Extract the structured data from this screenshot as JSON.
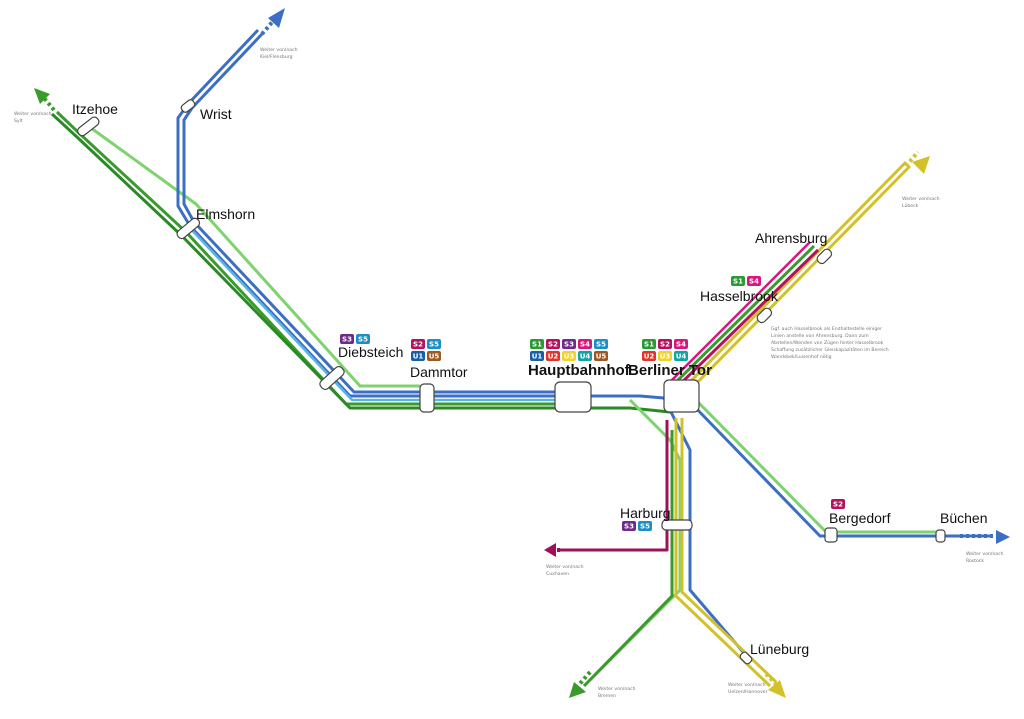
{
  "colors": {
    "s1": "#2a9a35",
    "s2": "#b3125e",
    "s3": "#6e2b8a",
    "s4": "#d8177e",
    "s5": "#1b8fc6",
    "u1": "#1760a8",
    "u2": "#e4332a",
    "u3": "#f2d12b",
    "u4": "#14a3a0",
    "u5": "#9c5a22",
    "lightgreen": "#7ed36f",
    "darkgreen": "#3a9a2c",
    "blue": "#3c6fc4",
    "yellow": "#d2c12a",
    "magenta": "#a0105a"
  },
  "stations": {
    "itzehoe": "Itzehoe",
    "wrist": "Wrist",
    "elmshorn": "Elmshorn",
    "diebsteich": "Diebsteich",
    "dammtor": "Dammtor",
    "hauptbahnhof": "Hauptbahnhof",
    "berliner_tor": "Berliner Tor",
    "hasselbrook": "Hasselbrook",
    "ahrensburg": "Ahrensburg",
    "harburg": "Harburg",
    "bergedorf": "Bergedorf",
    "buechen": "Büchen",
    "lueneburg": "Lüneburg"
  },
  "badges": {
    "diebsteich": [
      "S3",
      "S5"
    ],
    "dammtor_s": [
      "S2",
      "S5"
    ],
    "dammtor_u": [
      "U1",
      "U5"
    ],
    "hbf_s": [
      "S1",
      "S2",
      "S3",
      "S4",
      "S5"
    ],
    "hbf_u": [
      "U1",
      "U2",
      "U3",
      "U4",
      "U5"
    ],
    "bt_s": [
      "S1",
      "S2",
      "S4"
    ],
    "bt_u": [
      "U2",
      "U3",
      "U4"
    ],
    "hasselbrook": [
      "S1",
      "S4"
    ],
    "harburg": [
      "S3",
      "S5"
    ],
    "bergedorf": [
      "S2"
    ]
  },
  "notes": {
    "kiel": [
      "Weiter von/nach",
      "Kiel/Flensburg"
    ],
    "sylt": [
      "Weiter von/nach",
      "Sylt"
    ],
    "luebeck": [
      "Weiter von/nach",
      "Lübeck"
    ],
    "cuxhaven": [
      "Weiter von/nach",
      "Cuxhaven"
    ],
    "rostock": [
      "Weiter von/nach",
      "Rostock"
    ],
    "bremen": [
      "Weiter von/nach",
      "Bremen"
    ],
    "uelzen": [
      "Weiter von/nach",
      "Uelzen/Hannover"
    ],
    "hasselbrook": [
      "Ggf. auch Hasselbrook als Endhaltestelle einiger",
      "Linien anstelle von Ahrensburg. Dann zum",
      "Abstellen/Wenden von Zügen hinter Hasselbrook",
      "Schaffung zusätzlicher Gleiskapazitäten im Bereich",
      "Wandsbek/Luisenhof nötig"
    ]
  }
}
